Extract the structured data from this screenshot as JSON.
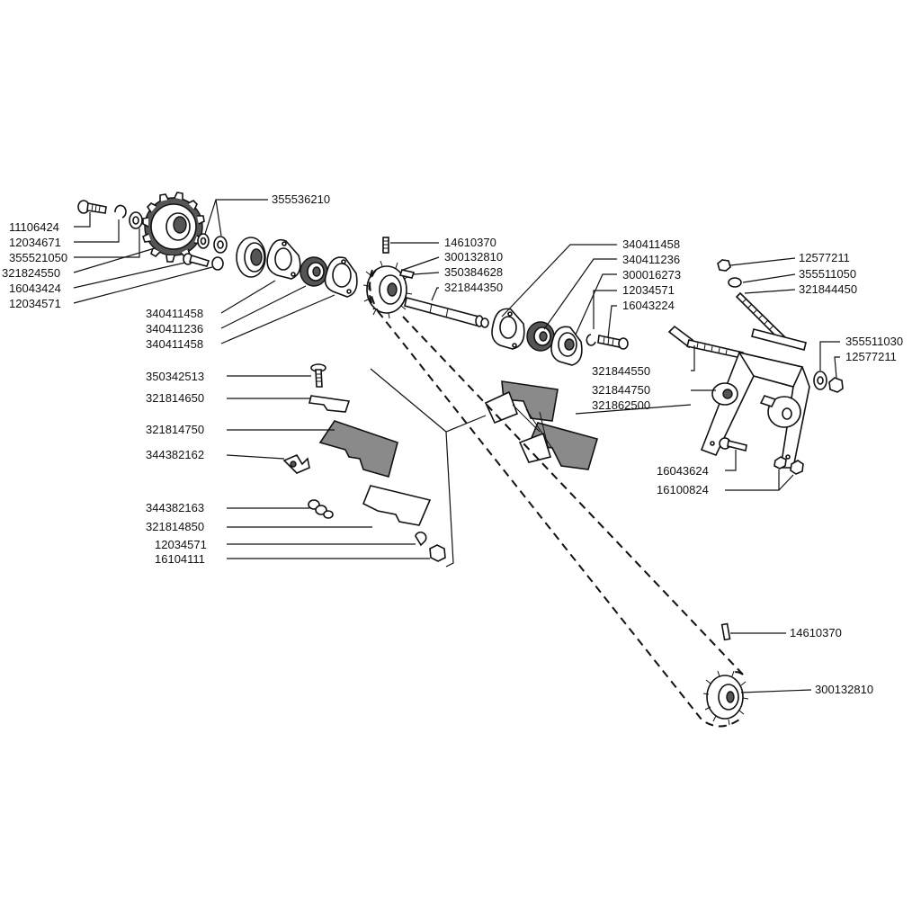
{
  "labels": {
    "p11106424": "11106424",
    "p12034671": "12034671",
    "p355521050": "355521050",
    "p321824550": "321824550",
    "p16043424": "16043424",
    "p12034571_a": "12034571",
    "p355536210": "355536210",
    "p340411458_a": "340411458",
    "p340411236_a": "340411236",
    "p340411458_b": "340411458",
    "p14610370_a": "14610370",
    "p300132810_a": "300132810",
    "p350384628": "350384628",
    "p321844350": "321844350",
    "p340411458_c": "340411458",
    "p340411236_b": "340411236",
    "p300016273": "300016273",
    "p12034571_b": "12034571",
    "p16043224": "16043224",
    "p12577211_a": "12577211",
    "p355511050": "355511050",
    "p321844450": "321844450",
    "p355511030": "355511030",
    "p12577211_b": "12577211",
    "p321844550": "321844550",
    "p321844750": "321844750",
    "p321862500": "321862500",
    "p350342513": "350342513",
    "p321814650": "321814650",
    "p321814750": "321814750",
    "p344382162": "344382162",
    "p344382163": "344382163",
    "p321814850": "321814850",
    "p12034571_c": "12034571",
    "p16104111": "16104111",
    "p16043624": "16043624",
    "p16100824": "16100824",
    "p14610370_b": "14610370",
    "p300132810_b": "300132810"
  }
}
